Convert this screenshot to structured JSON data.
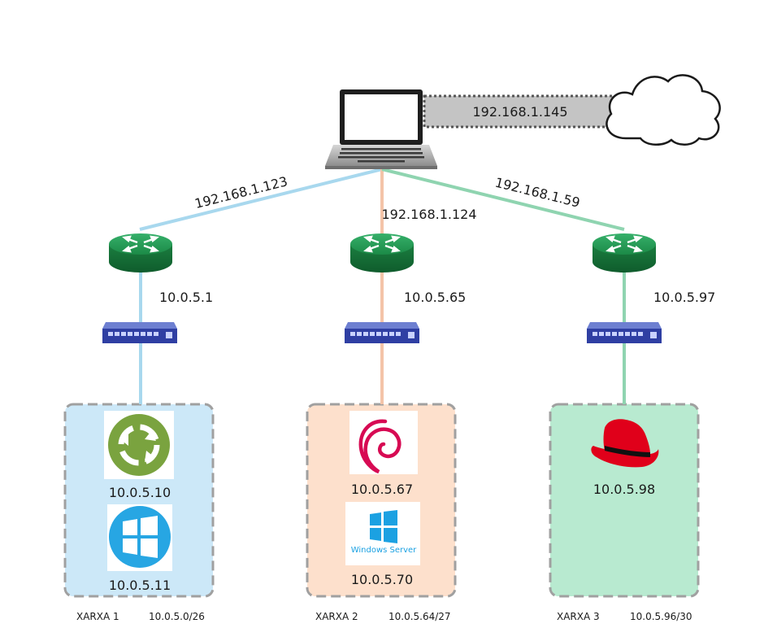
{
  "internet": {
    "wan_ip": "192.168.1.145"
  },
  "links": [
    {
      "ip": "192.168.1.123",
      "color": "#a8d8ee"
    },
    {
      "ip": "192.168.1.124",
      "color": "#f4c4a8"
    },
    {
      "ip": "192.168.1.59",
      "color": "#8fd4b0"
    }
  ],
  "routers": [
    {
      "lan_ip": "10.0.5.1"
    },
    {
      "lan_ip": "10.0.5.65"
    },
    {
      "lan_ip": "10.0.5.97"
    }
  ],
  "networks": [
    {
      "name": "XARXA 1",
      "cidr": "10.0.5.0/26",
      "bg": "#cce8f8",
      "hosts": [
        {
          "os": "ubuntu-mate",
          "ip": "10.0.5.10"
        },
        {
          "os": "windows",
          "ip": "10.0.5.11"
        }
      ]
    },
    {
      "name": "XARXA 2",
      "cidr": "10.0.5.64/27",
      "bg": "#fde0cc",
      "hosts": [
        {
          "os": "debian",
          "ip": "10.0.5.67"
        },
        {
          "os": "windows-server",
          "ip": "10.0.5.70",
          "logo_text": "Windows Server"
        }
      ]
    },
    {
      "name": "XARXA 3",
      "cidr": "10.0.5.96/30",
      "bg": "#b8ead0",
      "hosts": [
        {
          "os": "redhat",
          "ip": "10.0.5.98"
        }
      ]
    }
  ]
}
